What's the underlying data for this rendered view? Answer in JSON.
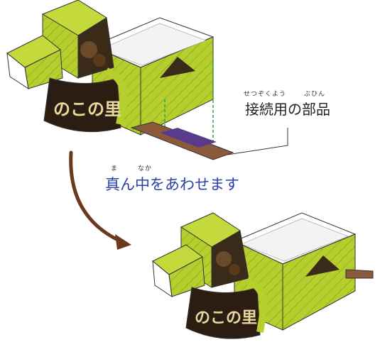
{
  "labels": {
    "part_name": "接続用の部品",
    "part_reading_1": "せつぞくよう",
    "part_reading_2": "ぶひん",
    "instruction": "真ん中をあわせます",
    "instruction_reading_1": "ま",
    "instruction_reading_2": "なか"
  },
  "product_text": {
    "brand": "のこの里"
  },
  "colors": {
    "box_green": "#b6cf2e",
    "box_dark": "#3a2a1a",
    "connector_brown": "#8a5a3a",
    "connector_center": "#5a3a8a",
    "arrow": "#6b3a1e",
    "guide_line": "#1aa84a",
    "instruction_text": "#2a3fa8"
  },
  "icons": {
    "step_arrow": "curved-arrow-icon"
  }
}
